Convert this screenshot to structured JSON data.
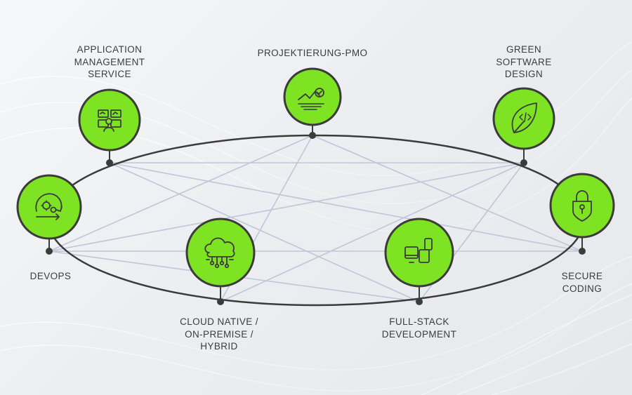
{
  "colors": {
    "node_fill": "#7de322",
    "node_stroke": "#3b3b3b",
    "icon": "#3b3b3b",
    "ellipse": "#3b3b3b",
    "links": "#bfc6d8"
  },
  "nodes": [
    {
      "id": "apps",
      "label": "APPLICATION\nMANAGEMENT\nSERVICE",
      "icon": "monitor-team-icon"
    },
    {
      "id": "pmo",
      "label": "PROJEKTIERUNG-PMO",
      "icon": "chart-check-icon"
    },
    {
      "id": "green",
      "label": "GREEN\nSOFTWARE\nDESIGN",
      "icon": "leaf-code-icon"
    },
    {
      "id": "devops",
      "label": "DEVOPS",
      "icon": "gears-cycle-icon"
    },
    {
      "id": "cloud",
      "label": "CLOUD NATIVE /\nON-PREMISE /\nHYBRID",
      "icon": "cloud-network-icon"
    },
    {
      "id": "fullstack",
      "label": "FULL-STACK\nDEVELOPMENT",
      "icon": "devices-icon"
    },
    {
      "id": "secure",
      "label": "SECURE\nCODING",
      "icon": "padlock-icon"
    }
  ],
  "links": [
    [
      "apps",
      "fullstack"
    ],
    [
      "apps",
      "green"
    ],
    [
      "apps",
      "secure"
    ],
    [
      "pmo",
      "devops"
    ],
    [
      "pmo",
      "cloud"
    ],
    [
      "pmo",
      "secure"
    ],
    [
      "devops",
      "green"
    ],
    [
      "devops",
      "secure"
    ],
    [
      "devops",
      "fullstack"
    ],
    [
      "cloud",
      "green"
    ],
    [
      "fullstack",
      "green"
    ]
  ]
}
